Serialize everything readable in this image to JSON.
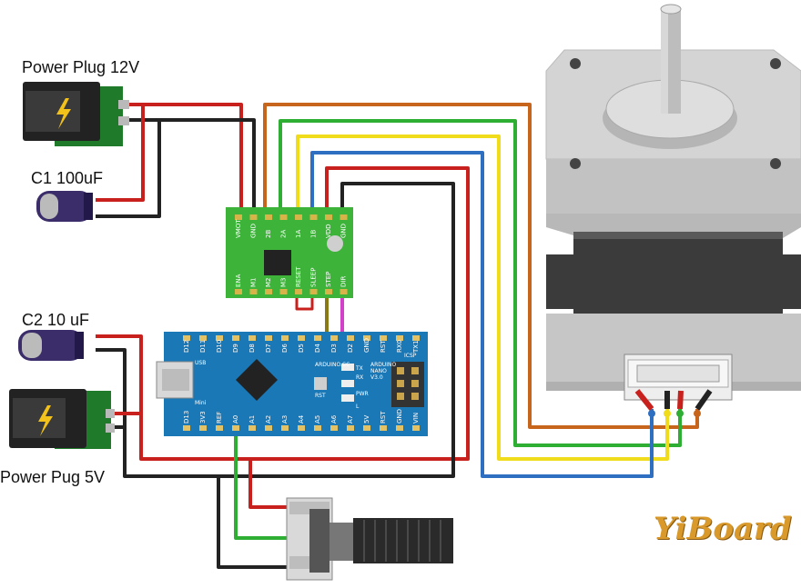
{
  "labels": {
    "power_12v": "Power Plug 12V",
    "cap1": "C1 100uF",
    "cap2": "C2 10 uF",
    "power_5v": "Power Pug 5V"
  },
  "driver": {
    "top_pins": [
      "VMOT",
      "GND",
      "2B",
      "2A",
      "1A",
      "1B",
      "VDD",
      "GND"
    ],
    "bottom_pins": [
      "ENA",
      "M1",
      "M2",
      "M3",
      "RESET",
      "SLEEP",
      "STEP",
      "DIR"
    ]
  },
  "arduino": {
    "top_pins": [
      "D12",
      "D11",
      "D10",
      "D9",
      "D8",
      "D7",
      "D6",
      "D5",
      "D4",
      "D3",
      "D2",
      "GND",
      "RST",
      "RX0",
      "TX1"
    ],
    "bottom_pins": [
      "D13",
      "3V3",
      "REF",
      "A0",
      "A1",
      "A2",
      "A3",
      "A4",
      "A5",
      "A6",
      "A7",
      "5V",
      "RST",
      "GND",
      "VIN"
    ],
    "labels": {
      "usb": "USB",
      "pwr": "PWR",
      "tx": "TX",
      "rx": "RX",
      "l": "L",
      "rst": "RST",
      "mini": "Mini",
      "icsp": "ICSP",
      "brand": "ARDUINO.CC",
      "model": "ARDUINO NANO V3.0"
    }
  },
  "watermark": {
    "part1": "Yi",
    "part2": "Board"
  },
  "colors": {
    "red": "#c8211d",
    "black": "#222222",
    "orange": "#c8651c",
    "green": "#2fae34",
    "yellow": "#f0dc1a",
    "blue": "#2e6fc2",
    "olive": "#8a7a16",
    "magenta": "#d23fc8",
    "pcb_green": "#3db33a",
    "pcb_blue": "#1b78b6",
    "motor_grey": "#c9c9c9"
  }
}
